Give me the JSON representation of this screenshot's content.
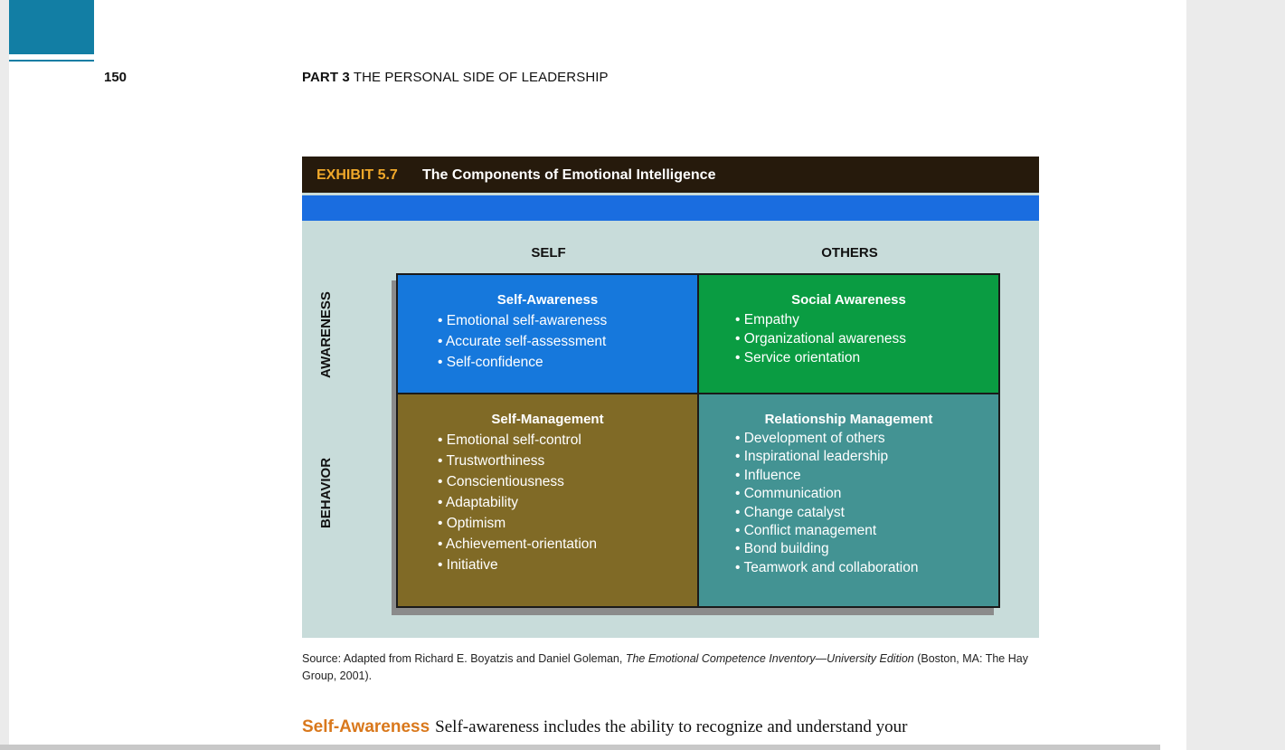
{
  "header": {
    "page_number": "150",
    "part_label": "PART 3",
    "part_title": "THE PERSONAL SIDE OF LEADERSHIP"
  },
  "exhibit": {
    "label": "EXHIBIT 5.7",
    "title": "The Components of Emotional Intelligence",
    "columns": [
      "SELF",
      "OTHERS"
    ],
    "rows": [
      "AWARENESS",
      "BEHAVIOR"
    ],
    "quadrants": [
      {
        "title": "Self-Awareness",
        "color": "#1678dc",
        "items": [
          "Emotional self-awareness",
          "Accurate self-assessment",
          "Self-confidence"
        ]
      },
      {
        "title": "Social Awareness",
        "color": "#0a9c42",
        "items": [
          "Empathy",
          "Organizational awareness",
          "Service orientation"
        ]
      },
      {
        "title": "Self-Management",
        "color": "#806a26",
        "items": [
          "Emotional self-control",
          "Trustworthiness",
          "Conscientiousness",
          "Adaptability",
          "Optimism",
          "Achievement-orientation",
          "Initiative"
        ]
      },
      {
        "title": "Relationship Management",
        "color": "#439393",
        "items": [
          "Development of others",
          "Inspirational leadership",
          "Influence",
          "Communication",
          "Change catalyst",
          "Conflict management",
          "Bond building",
          "Teamwork and collaboration"
        ]
      }
    ]
  },
  "source": {
    "prefix": "Source: Adapted from Richard E. Boyatzis and Daniel Goleman, ",
    "book_title": "The Emotional Competence Inventory—University Edition",
    "suffix": " (Boston, MA: The Hay Group, 2001)."
  },
  "body": {
    "lead": "Self-Awareness",
    "text": "Self-awareness includes the ability to recognize and understand your"
  },
  "colors": {
    "accent_teal": "#127ea4",
    "exhibit_label": "#f0a82a",
    "lead_orange": "#d9781c"
  }
}
